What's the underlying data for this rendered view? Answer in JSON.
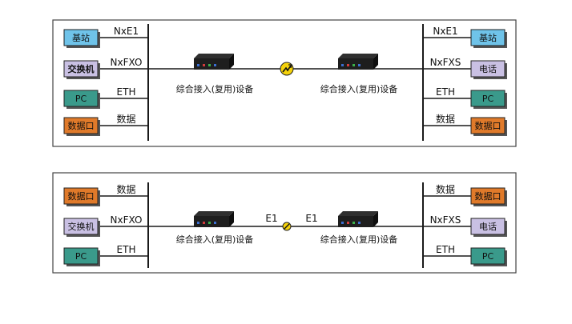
{
  "colors": {
    "blue": "#6fc3e9",
    "lavender": "#c9c0e3",
    "teal": "#3a9a8b",
    "orange": "#e07a2a",
    "fiber_symbol": "#f5d20a",
    "device_body": "#1e1e1e"
  },
  "panels": [
    {
      "left": [
        {
          "box": "基站",
          "line": "NxE1",
          "color": "blue",
          "bold": false
        },
        {
          "box": "交换机",
          "line": "NxFXO",
          "color": "lavender",
          "bold": true
        },
        {
          "box": "PC",
          "line": "ETH",
          "color": "teal",
          "bold": false
        },
        {
          "box": "数据口",
          "line": "数据",
          "color": "orange",
          "bold": false
        }
      ],
      "right": [
        {
          "box": "基站",
          "line": "NxE1",
          "color": "blue",
          "bold": false
        },
        {
          "box": "电话",
          "line": "NxFXS",
          "color": "lavender",
          "bold": false
        },
        {
          "box": "PC",
          "line": "ETH",
          "color": "teal",
          "bold": false
        },
        {
          "box": "数据口",
          "line": "数据",
          "color": "orange",
          "bold": false
        }
      ],
      "device_left_label": "综合接入(复用)设备",
      "device_right_label": "综合接入(复用)设备",
      "link_left_label": "",
      "link_right_label": "",
      "link_symbol": "fiber-icon"
    },
    {
      "left": [
        {
          "box": "数据口",
          "line": "数据",
          "color": "orange",
          "bold": false
        },
        {
          "box": "交换机",
          "line": "NxFXO",
          "color": "lavender",
          "bold": false
        },
        {
          "box": "PC",
          "line": "ETH",
          "color": "teal",
          "bold": false
        }
      ],
      "right": [
        {
          "box": "数据口",
          "line": "数据",
          "color": "orange",
          "bold": false
        },
        {
          "box": "电话",
          "line": "NxFXS",
          "color": "lavender",
          "bold": false
        },
        {
          "box": "PC",
          "line": "ETH",
          "color": "teal",
          "bold": false
        }
      ],
      "device_left_label": "综合接入(复用)设备",
      "device_right_label": "综合接入(复用)设备",
      "link_left_label": "E1",
      "link_right_label": "E1",
      "link_symbol": "e1-link-icon"
    }
  ]
}
